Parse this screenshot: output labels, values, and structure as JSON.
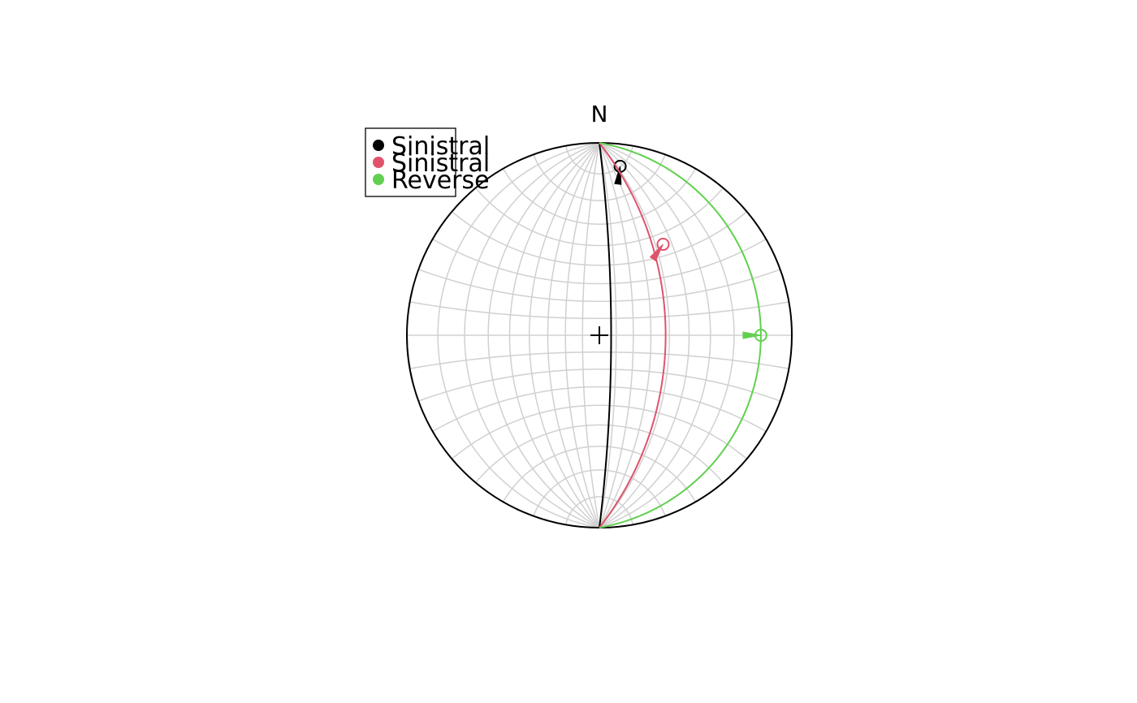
{
  "north_label": "N",
  "colors": {
    "grid": "#d0d0d0",
    "primitive": "#000000",
    "center_cross": "#000000"
  },
  "legend": {
    "position": "top-left",
    "items": [
      {
        "label": "Sinistral",
        "color": "#000000"
      },
      {
        "label": "Sinistral",
        "color": "#DF536B"
      },
      {
        "label": "Reverse",
        "color": "#61D04F"
      }
    ]
  },
  "chart_data": {
    "type": "stereonet",
    "projection": "equal-angle",
    "hemisphere": "lower",
    "grid": true,
    "grid_interval_deg": 10,
    "planes": [
      {
        "label": "Sinistral",
        "color": "#000000",
        "strike": 0,
        "dip": 83,
        "slickenline": {
          "trend": 7,
          "plunge": 7
        }
      },
      {
        "label": "Sinistral",
        "color": "#DF536B",
        "strike": 0,
        "dip": 52,
        "slickenline": {
          "trend": 35,
          "plunge": 30
        }
      },
      {
        "label": "Reverse",
        "color": "#61D04F",
        "strike": 0,
        "dip": 10,
        "slickenline": {
          "trend": 90,
          "plunge": 10
        }
      }
    ]
  }
}
